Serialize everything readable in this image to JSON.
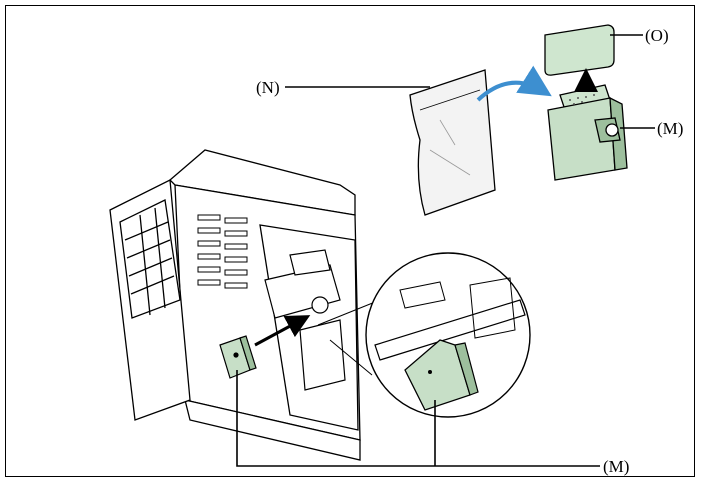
{
  "callouts": {
    "n": "(N)",
    "o": "(O)",
    "m_top": "(M)",
    "m_bottom": "(M)"
  },
  "colors": {
    "cartridge_fill": "#c7dfc7",
    "cartridge_dark": "#9dbf9d",
    "lid_fill": "#cfe6cf",
    "outline": "#000000",
    "bag_fill": "#f3f3f3"
  },
  "icons": {
    "rotate_arrow": "curved-arrow-icon",
    "insert_arrow": "insert-arrow-icon",
    "lift_arrow": "up-arrow-icon"
  }
}
